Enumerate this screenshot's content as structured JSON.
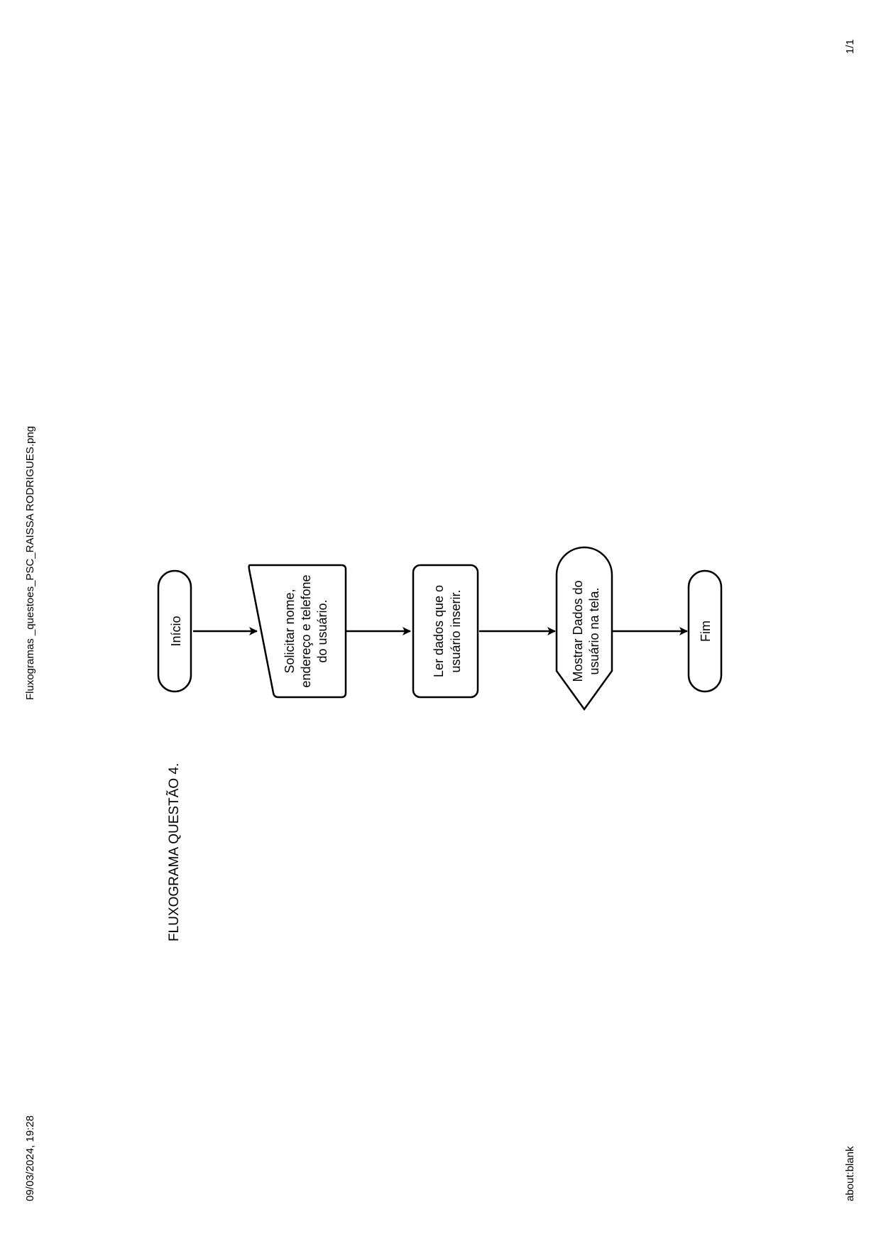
{
  "header": {
    "datetime": "09/03/2024, 19:28",
    "filename": "Fluxogramas _questoes_PSC_RAISSA RODRIGUES.png"
  },
  "footer": {
    "url": "about:blank",
    "page_number": "1/1"
  },
  "diagram": {
    "title": "FLUXOGRAMA QUESTÃO 4.",
    "nodes": [
      {
        "id": "inicio",
        "shape": "terminator",
        "lines": [
          "Início"
        ]
      },
      {
        "id": "solicitar",
        "shape": "manual-input",
        "lines": [
          "Solicitar nome,",
          "endereço e telefone",
          "do usuário."
        ]
      },
      {
        "id": "ler",
        "shape": "process",
        "lines": [
          "Ler dados que o",
          "usuário inserir."
        ]
      },
      {
        "id": "mostrar",
        "shape": "display",
        "lines": [
          "Mostrar Dados do",
          "usuário na tela."
        ]
      },
      {
        "id": "fim",
        "shape": "terminator",
        "lines": [
          "Fim"
        ]
      }
    ],
    "edges": [
      {
        "from": "inicio",
        "to": "solicitar"
      },
      {
        "from": "solicitar",
        "to": "ler"
      },
      {
        "from": "ler",
        "to": "mostrar"
      },
      {
        "from": "mostrar",
        "to": "fim"
      }
    ]
  }
}
